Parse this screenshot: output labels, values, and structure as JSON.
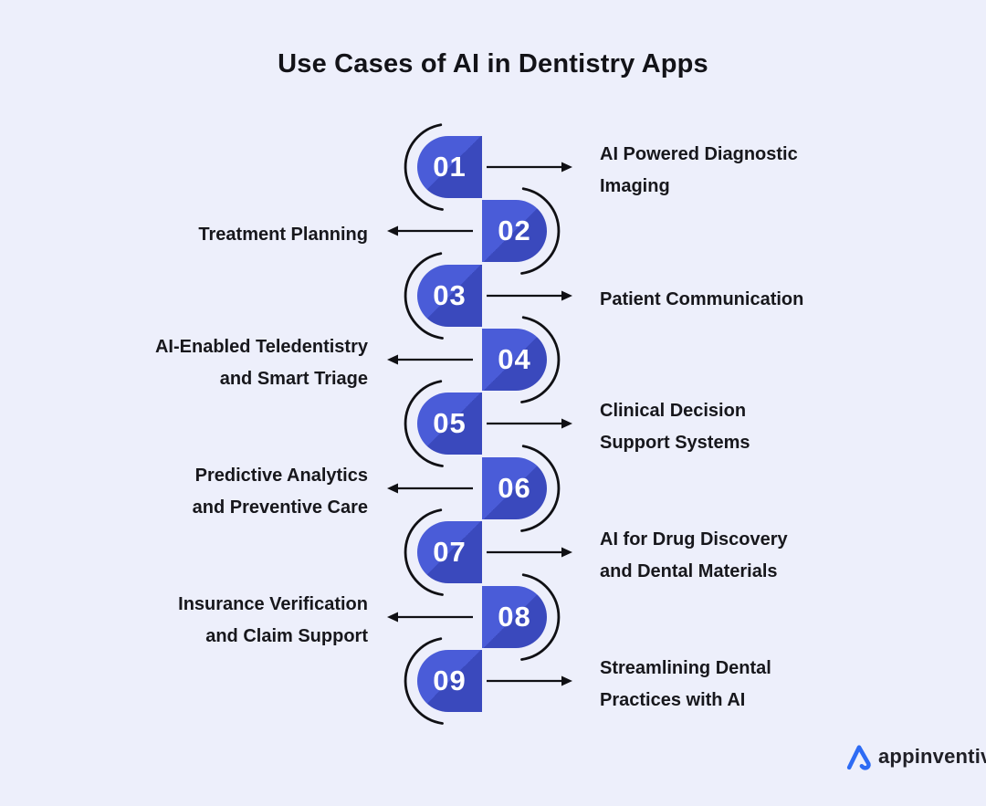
{
  "title": "Use Cases of AI in Dentistry Apps",
  "brand": {
    "name": "appinventiv"
  },
  "colors": {
    "background": "#EDEFFB",
    "badge_light": "#4A5CD8",
    "badge_dark": "#3A49BD",
    "accent_logo": "#2D6BF4",
    "text": "#17171C"
  },
  "steps": [
    {
      "number": "01",
      "side": "right",
      "line1": "AI Powered Diagnostic",
      "line2": "Imaging"
    },
    {
      "number": "02",
      "side": "left",
      "line1": "Treatment Planning",
      "line2": ""
    },
    {
      "number": "03",
      "side": "right",
      "line1": "Patient Communication",
      "line2": ""
    },
    {
      "number": "04",
      "side": "left",
      "line1": "AI-Enabled Teledentistry",
      "line2": "and Smart Triage"
    },
    {
      "number": "05",
      "side": "right",
      "line1": "Clinical Decision",
      "line2": "Support Systems"
    },
    {
      "number": "06",
      "side": "left",
      "line1": "Predictive Analytics",
      "line2": "and Preventive Care"
    },
    {
      "number": "07",
      "side": "right",
      "line1": "AI for Drug Discovery",
      "line2": "and Dental Materials"
    },
    {
      "number": "08",
      "side": "left",
      "line1": "Insurance Verification",
      "line2": "and Claim Support"
    },
    {
      "number": "09",
      "side": "right",
      "line1": "Streamlining Dental",
      "line2": "Practices with AI"
    }
  ]
}
